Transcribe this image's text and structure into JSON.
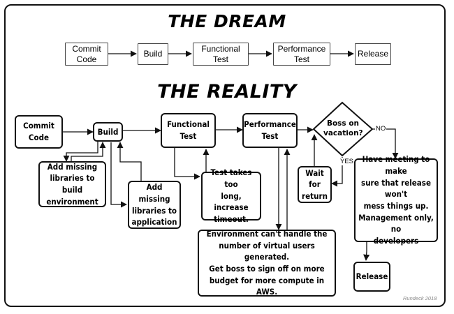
{
  "dream": {
    "title": "THE DREAM",
    "steps": [
      "Commit\nCode",
      "Build",
      "Functional\nTest",
      "Performance\nTest",
      "Release"
    ]
  },
  "reality": {
    "title": "THE REALITY",
    "commit": "Commit\nCode",
    "build": "Build",
    "functional": "Functional\nTest",
    "performance": "Performance\nTest",
    "decision": "Boss on\nvacation?",
    "decision_yes": "YES",
    "decision_no": "NO",
    "wait": "Wait for\nreturn",
    "missing_build": "Add missing\nlibraries to build\nenvironment",
    "missing_app": "Add missing\nlibraries to\napplication",
    "timeout": "Test takes too\nlong, increase\ntimeout.",
    "environment": "Environment can't handle the\nnumber of virtual users generated.\nGet boss to sign off on more\nbudget for more compute in AWS.",
    "meeting": "Have meeting to make\nsure that release won't\nmess things up.\nManagement only, no\ndevelopers",
    "release": "Release"
  },
  "signature": "Rundeck 2018"
}
